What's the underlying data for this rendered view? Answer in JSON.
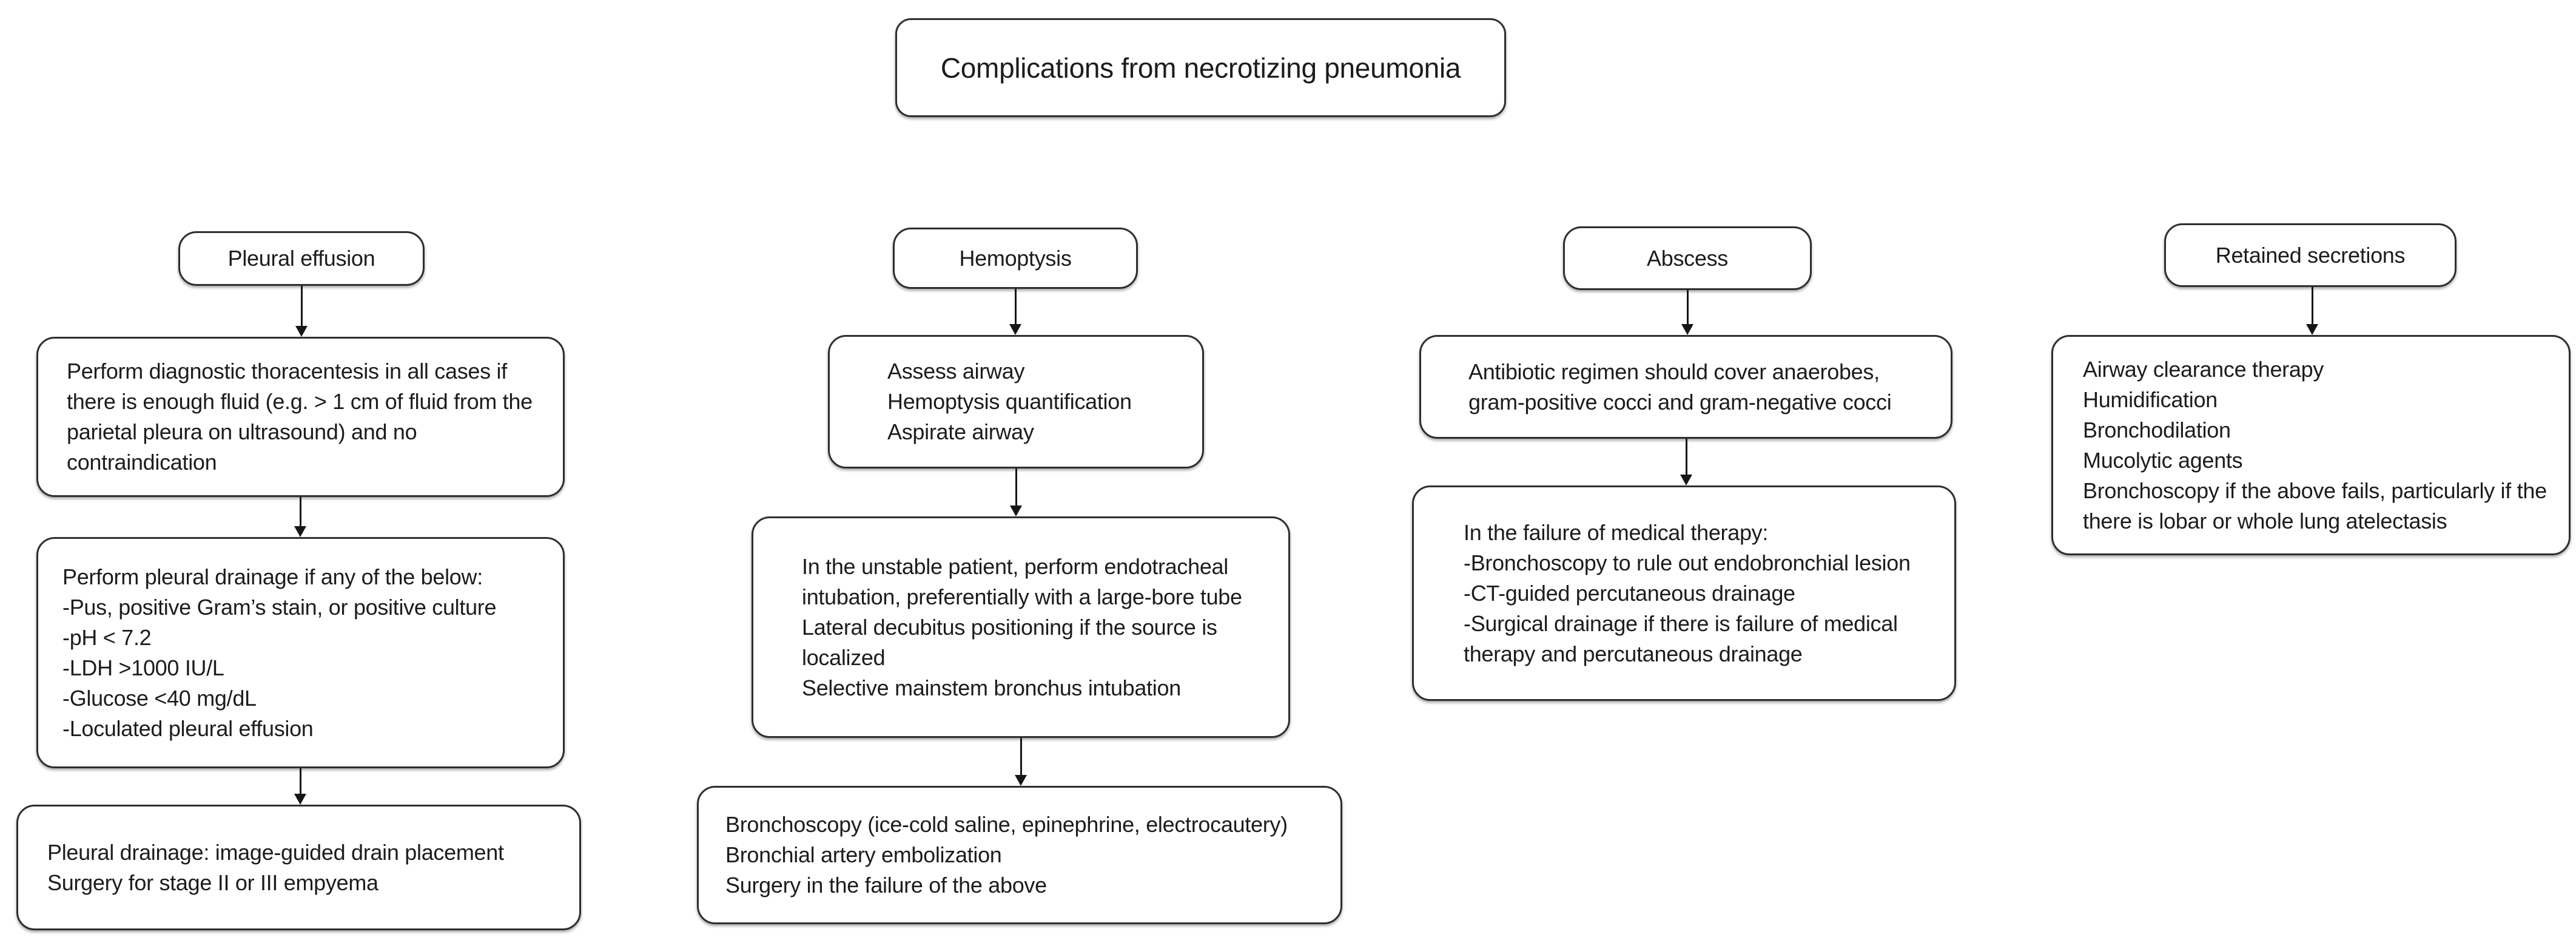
{
  "title": "Complications from necrotizing pneumonia",
  "colors": {
    "background": "#ffffff",
    "border": "#2e2e2e",
    "text": "#1c1c1c"
  },
  "columns": [
    {
      "header": "Pleural effusion",
      "boxes": [
        {
          "lines": [
            "Perform diagnostic thoracentesis in all cases if there is enough fluid (e.g. > 1 cm of fluid from the parietal pleura on ultrasound) and no contraindication"
          ]
        },
        {
          "lines": [
            "Perform pleural drainage if any of the below:",
            "-Pus, positive Gram’s stain, or positive culture",
            "-pH < 7.2",
            "-LDH >1000 IU/L",
            "-Glucose <40 mg/dL",
            "-Loculated pleural effusion"
          ]
        },
        {
          "lines": [
            "Pleural drainage: image-guided drain placement",
            "Surgery for stage II or III empyema"
          ]
        }
      ]
    },
    {
      "header": "Hemoptysis",
      "boxes": [
        {
          "lines": [
            "Assess airway",
            "Hemoptysis quantification",
            "Aspirate airway"
          ]
        },
        {
          "lines": [
            "In the unstable patient, perform endotracheal intubation, preferentially with a large-bore tube",
            "Lateral decubitus positioning if the source is localized",
            "Selective mainstem bronchus intubation"
          ]
        },
        {
          "lines": [
            "Bronchoscopy (ice-cold saline, epinephrine, electrocautery)",
            "Bronchial artery embolization",
            "Surgery in the failure of the above"
          ]
        }
      ]
    },
    {
      "header": "Abscess",
      "boxes": [
        {
          "lines": [
            "Antibiotic regimen should cover anaerobes, gram-positive cocci and gram-negative cocci"
          ]
        },
        {
          "lines": [
            "In the failure of medical therapy:",
            "-Bronchoscopy to rule out endobronchial lesion",
            "-CT-guided percutaneous drainage",
            "-Surgical drainage if there is failure of medical therapy and percutaneous drainage"
          ]
        }
      ]
    },
    {
      "header": "Retained secretions",
      "boxes": [
        {
          "lines": [
            "Airway clearance therapy",
            "Humidification",
            "Bronchodilation",
            "Mucolytic agents",
            "Bronchoscopy if the above fails, particularly if the there is lobar or whole lung atelectasis"
          ]
        }
      ]
    }
  ]
}
